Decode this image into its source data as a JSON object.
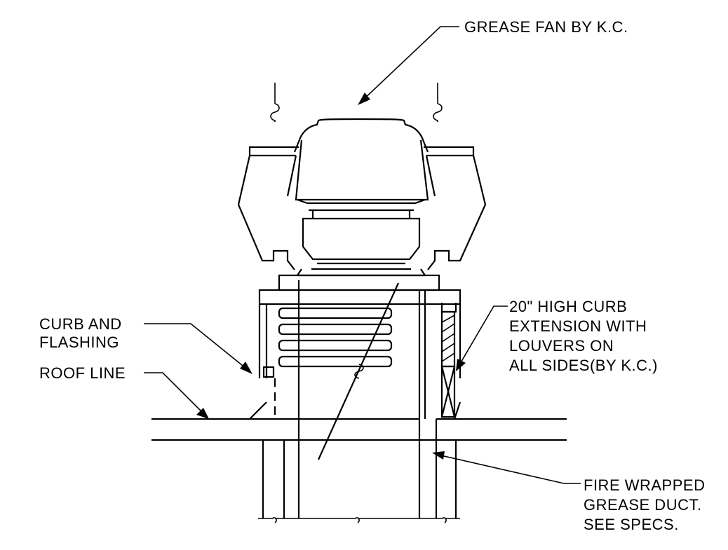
{
  "labels": {
    "grease_fan": "GREASE FAN BY K.C.",
    "curb_flashing": [
      "CURB AND",
      "FLASHING"
    ],
    "roof_line": "ROOF LINE",
    "curb_extension": [
      "20\" HIGH CURB",
      "EXTENSION WITH",
      "LOUVERS ON",
      "ALL SIDES(BY K.C.)"
    ],
    "grease_duct": [
      "FIRE WRAPPED",
      "GREASE DUCT.",
      "SEE SPECS."
    ]
  }
}
